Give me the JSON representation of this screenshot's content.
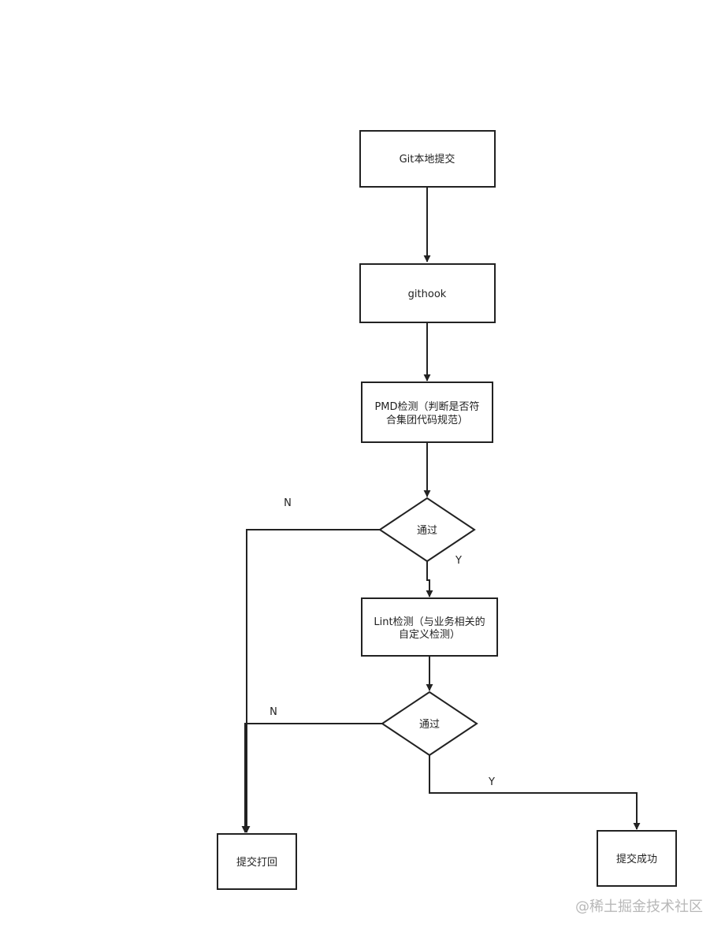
{
  "nodes": {
    "git_commit": {
      "label": "Git本地提交"
    },
    "githook": {
      "label": "githook"
    },
    "pmd_check": {
      "line1": "PMD检测（判断是否符",
      "line2": "合集团代码规范）"
    },
    "decision1": {
      "label": "通过"
    },
    "lint_check": {
      "line1": "Lint检测（与业务相关的",
      "line2": "自定义检测）"
    },
    "decision2": {
      "label": "通过"
    },
    "reject": {
      "label": "提交打回"
    },
    "success": {
      "label": "提交成功"
    }
  },
  "edges": {
    "decision1_no": "N",
    "decision1_yes": "Y",
    "decision2_no": "N",
    "decision2_yes": "Y"
  },
  "watermark": "@稀土掘金技术社区"
}
